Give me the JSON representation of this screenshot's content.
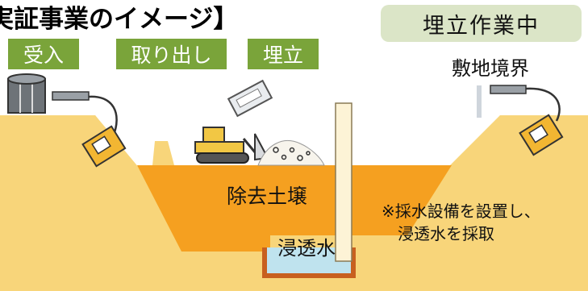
{
  "title": "実証事業のイメージ】",
  "status": "埋立作業中",
  "steps": [
    {
      "label": "受入"
    },
    {
      "label": "取り出し"
    },
    {
      "label": "埋立"
    }
  ],
  "labels": {
    "boundary": "敷地境界",
    "soil": "除去土壌",
    "water": "浸透水",
    "note_line1": "※採水設備を設置し、",
    "note_line2": "浸透水を採取"
  },
  "colors": {
    "ground": "#f8d57a",
    "soil": "#f5a020",
    "green_badge": "#7aa43a",
    "status_bg": "#dbe5c7",
    "water": "#bfe3ee",
    "liner": "#c8601f"
  }
}
